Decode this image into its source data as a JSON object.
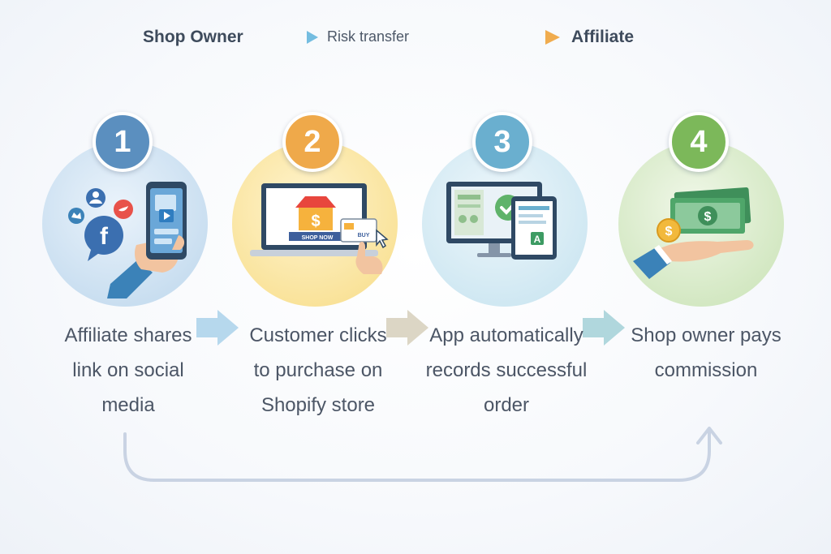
{
  "header": {
    "left": "Shop Owner",
    "middle": "Risk transfer",
    "right": "Affiliate"
  },
  "colors": {
    "step1": "#5b8fbf",
    "step2": "#efa94a",
    "step3": "#6aafcf",
    "step4": "#7cb85a",
    "arrow_blue": "#8ec9e6",
    "arrow_orange": "#f2be72",
    "loop": "#c9d3e3"
  },
  "steps": [
    {
      "number": "1",
      "caption": [
        "Affiliate shares",
        "link on social",
        "media"
      ],
      "icon": "phone-social-share-icon"
    },
    {
      "number": "2",
      "caption": [
        "Customer clicks",
        "to purchase on",
        "Shopify store"
      ],
      "icon": "laptop-shop-click-icon"
    },
    {
      "number": "3",
      "caption": [
        "App automatically",
        "records successful",
        "order"
      ],
      "icon": "order-recorded-monitor-icon"
    },
    {
      "number": "4",
      "caption": [
        "Shop owner pays",
        "commission"
      ],
      "icon": "cash-payment-hand-icon"
    }
  ],
  "illustration_text": {
    "store_banner": "SHOP NOW",
    "card_label": "BUY"
  }
}
